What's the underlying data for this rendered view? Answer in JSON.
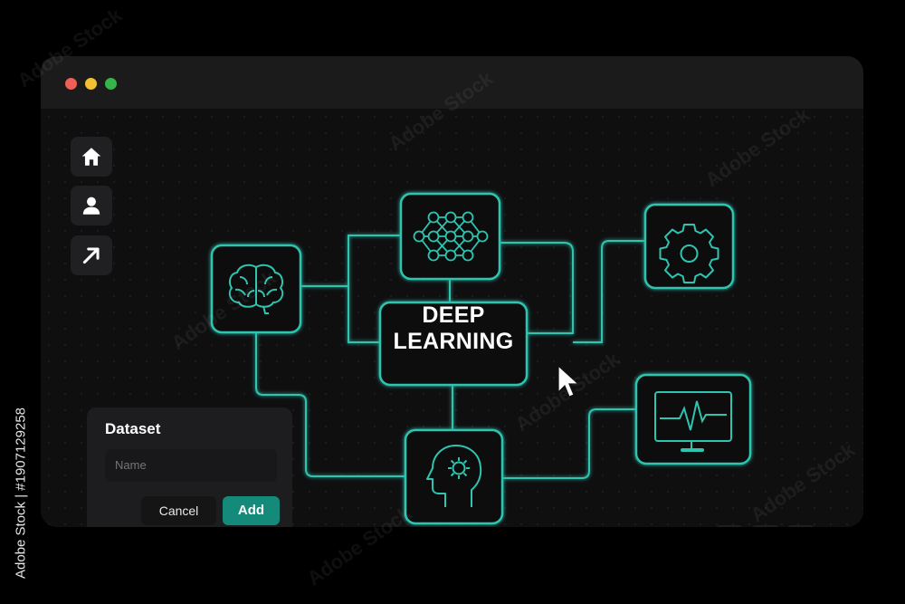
{
  "colors": {
    "accent": "#2ec4b0",
    "window_bg": "#1b1b1c",
    "canvas_bg": "#0f0f10",
    "add_button_bg": "#148a7a",
    "close_dot": "#ee5f57",
    "minimize_dot": "#f3bf33",
    "maximize_dot": "#36b34a"
  },
  "sidebar": {
    "items": [
      {
        "icon": "home-icon"
      },
      {
        "icon": "user-icon"
      },
      {
        "icon": "arrow-up-right-icon"
      }
    ]
  },
  "diagram": {
    "center_line1": "DEEP",
    "center_line2": "LEARNING",
    "nodes": [
      {
        "icon": "brain-icon"
      },
      {
        "icon": "neural-network-icon"
      },
      {
        "icon": "gear-icon"
      },
      {
        "icon": "monitor-pulse-icon"
      },
      {
        "icon": "head-gear-icon"
      }
    ]
  },
  "dataset_panel": {
    "title": "Dataset",
    "name_placeholder": "Name",
    "cancel_label": "Cancel",
    "add_label": "Add"
  },
  "controls": [
    {
      "icon": "menu-icon"
    },
    {
      "icon": "refresh-icon"
    },
    {
      "icon": "square-icon"
    }
  ],
  "watermark": {
    "brand": "Adobe Stock",
    "side_text": "Adobe Stock | #1907129258"
  }
}
